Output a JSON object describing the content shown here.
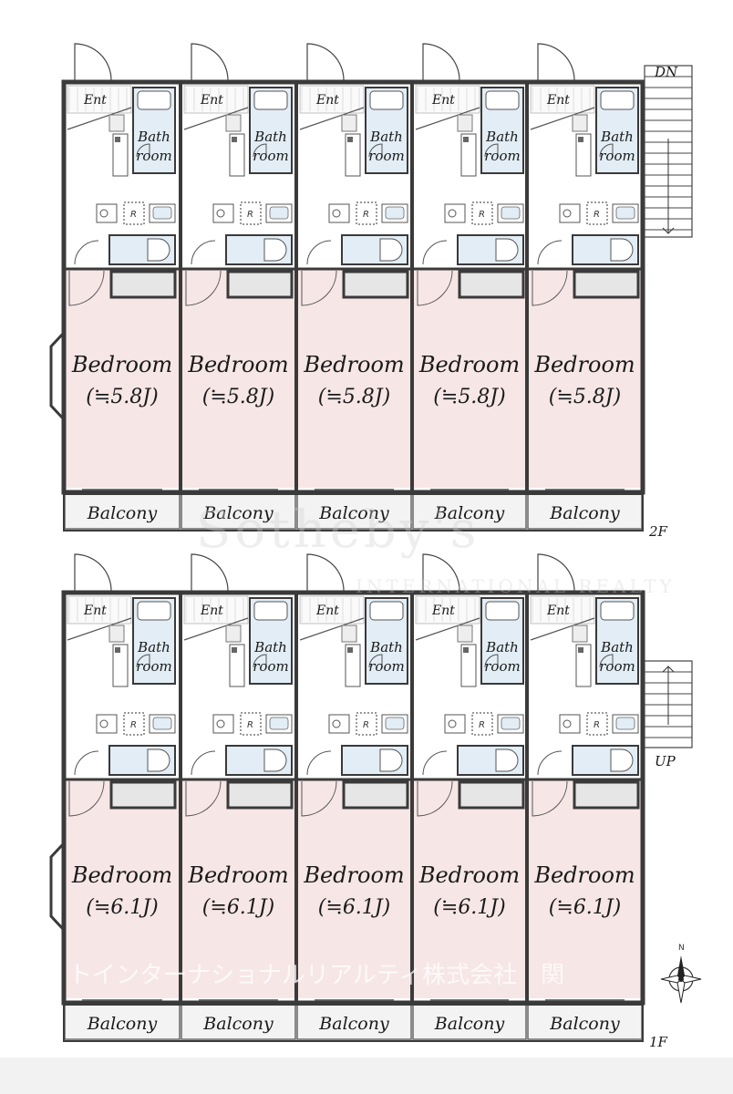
{
  "floors": [
    {
      "level_label": "2F",
      "stair_label": "DN",
      "units": [
        {
          "entrance": "Ent",
          "bath": [
            "Bath",
            "room"
          ],
          "fridge": "R",
          "bedroom": "Bedroom",
          "area": "(≒5.8J)",
          "balcony": "Balcony"
        },
        {
          "entrance": "Ent",
          "bath": [
            "Bath",
            "room"
          ],
          "fridge": "R",
          "bedroom": "Bedroom",
          "area": "(≒5.8J)",
          "balcony": "Balcony"
        },
        {
          "entrance": "Ent",
          "bath": [
            "Bath",
            "room"
          ],
          "fridge": "R",
          "bedroom": "Bedroom",
          "area": "(≒5.8J)",
          "balcony": "Balcony"
        },
        {
          "entrance": "Ent",
          "bath": [
            "Bath",
            "room"
          ],
          "fridge": "R",
          "bedroom": "Bedroom",
          "area": "(≒5.8J)",
          "balcony": "Balcony"
        },
        {
          "entrance": "Ent",
          "bath": [
            "Bath",
            "room"
          ],
          "fridge": "R",
          "bedroom": "Bedroom",
          "area": "(≒5.8J)",
          "balcony": "Balcony"
        }
      ]
    },
    {
      "level_label": "1F",
      "stair_label": "UP",
      "units": [
        {
          "entrance": "Ent",
          "bath": [
            "Bath",
            "room"
          ],
          "fridge": "R",
          "bedroom": "Bedroom",
          "area": "(≒6.1J)",
          "balcony": "Balcony"
        },
        {
          "entrance": "Ent",
          "bath": [
            "Bath",
            "room"
          ],
          "fridge": "R",
          "bedroom": "Bedroom",
          "area": "(≒6.1J)",
          "balcony": "Balcony"
        },
        {
          "entrance": "Ent",
          "bath": [
            "Bath",
            "room"
          ],
          "fridge": "R",
          "bedroom": "Bedroom",
          "area": "(≒6.1J)",
          "balcony": "Balcony"
        },
        {
          "entrance": "Ent",
          "bath": [
            "Bath",
            "room"
          ],
          "fridge": "R",
          "bedroom": "Bedroom",
          "area": "(≒6.1J)",
          "balcony": "Balcony"
        },
        {
          "entrance": "Ent",
          "bath": [
            "Bath",
            "room"
          ],
          "fridge": "R",
          "bedroom": "Bedroom",
          "area": "(≒6.1J)",
          "balcony": "Balcony"
        }
      ]
    }
  ],
  "compass": {
    "north_label": "N"
  },
  "watermark": {
    "brand": "Sotheby's",
    "tagline": "INTERNATIONAL REALTY",
    "company": "トインターナショナルリアルティ株式会社　関"
  },
  "colors": {
    "bedroom_fill": "#f7e6e6",
    "bath_fill": "#e2edf5",
    "wall": "#3a3a3a",
    "closet_fill": "#e6e6e6",
    "balcony_fill": "#f3f3f3"
  },
  "icons": [
    "door-swing-icon",
    "staircase-icon",
    "compass-icon",
    "bathtub-icon",
    "toilet-icon",
    "sink-icon",
    "stove-icon",
    "fridge-icon"
  ]
}
